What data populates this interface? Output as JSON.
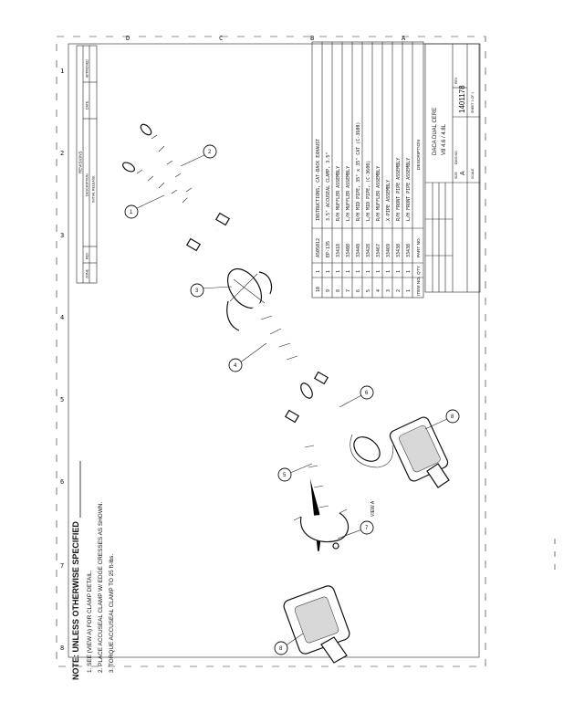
{
  "notes": {
    "heading": "NOTE: UNLESS OTHERWISE SPECIFIED",
    "items": [
      "1. SEE (VIEW A) FOR CLAMP DETAIL.",
      "2. PLACE ACCUSEAL CLAMP W/ EDGE CRESSES AS SHOWN.",
      "3. TORQUE ACCUSEAL CLAMP TO 25 ft-lbs."
    ]
  },
  "revisions": {
    "title": "REVISIONS",
    "headers": [
      "ZONE",
      "REV",
      "DESCRIPTION",
      "DATE",
      "APPROVED"
    ],
    "row": [
      "",
      "",
      "INITIAL RELEASE",
      "",
      ""
    ]
  },
  "parts_list": {
    "headers": [
      "ITEM NO.",
      "QTY",
      "PART NO.",
      "DESCRIPTION"
    ],
    "rows": [
      {
        "item": "10",
        "qty": "1",
        "part": "A505012",
        "desc": "INSTRUCTIONS, CAT-BACK EXHAUST"
      },
      {
        "item": "9",
        "qty": "1",
        "part": "EP-135",
        "desc": "3.5\" ACCUSEAL CLAMP, 3.5\""
      },
      {
        "item": "8",
        "qty": "1",
        "part": "33418",
        "desc": "R/H MUFFLER ASSEMBLY"
      },
      {
        "item": "7",
        "qty": "1",
        "part": "33408",
        "desc": "L/H MUFFLER ASSEMBLY"
      },
      {
        "item": "6",
        "qty": "1",
        "part": "33448",
        "desc": "R/H MID PIPE, 35\" x 35\" CAT (C-3600)"
      },
      {
        "item": "5",
        "qty": "1",
        "part": "33428",
        "desc": "L/H MID PIPE, (C-3600)"
      },
      {
        "item": "4",
        "qty": "1",
        "part": "33467",
        "desc": "R/H MUFFLER ASSEMBLY"
      },
      {
        "item": "3",
        "qty": "1",
        "part": "33469",
        "desc": "X-PIPE ASSEMBLY"
      },
      {
        "item": "2",
        "qty": "1",
        "part": "33438",
        "desc": "R/H FRONT PIPE ASSEMBLY"
      },
      {
        "item": "1",
        "qty": "1",
        "part": "33438",
        "desc": "L/H FRONT PIPE ASSEMBLY"
      }
    ]
  },
  "title_block": {
    "title_line1": "DACA DUAL CERE",
    "title_line2": "V8 4.6 / 4.8L",
    "size_label": "SIZE",
    "size": "A",
    "dwg_label": "DWG NO.",
    "dwg_no": "1401178",
    "rev_label": "REV",
    "scale_label": "SCALE",
    "sheet_label": "SHEET 1 OF 1"
  },
  "callouts": [
    "1",
    "2",
    "3",
    "4",
    "5",
    "6",
    "7",
    "8",
    "VIEW A"
  ],
  "zone_marks": {
    "left": [
      "8",
      "7",
      "6",
      "5",
      "4",
      "3",
      "2",
      "1"
    ],
    "top": [
      "D",
      "C",
      "B",
      "A"
    ]
  }
}
